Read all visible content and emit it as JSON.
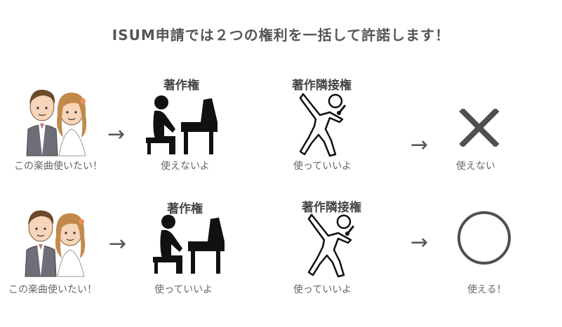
{
  "title": "ISUM申請では２つの権利を一括して許諾します！",
  "rows": [
    {
      "couple_label": "この楽曲使いたい！",
      "copyright_header": "著作権",
      "copyright_label": "使えないよ",
      "neighboring_header": "著作隣接権",
      "neighboring_label": "使っていいよ",
      "result_label": "使えない",
      "result_icon": "cross-icon"
    },
    {
      "couple_label": "この楽曲使いたい！",
      "copyright_header": "著作権",
      "copyright_label": "使っていいよ",
      "neighboring_header": "著作隣接権",
      "neighboring_label": "使っていいよ",
      "result_label": "使える！",
      "result_icon": "circle-icon"
    }
  ],
  "colors": {
    "text": "#555555",
    "icon": "#111111",
    "result": "#555555"
  }
}
